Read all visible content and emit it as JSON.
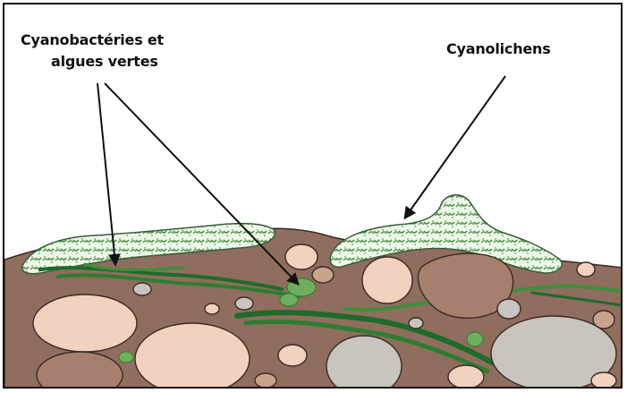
{
  "labels": {
    "cyanobacteria_line1": "Cyanobactéries et",
    "cyanobacteria_line2": "algues vertes",
    "cyanolichens": "Cyanolichens"
  },
  "colors": {
    "soil": "#8f6d5f",
    "soil_dark": "#6f5246",
    "pebble_light": "#f1d2be",
    "pebble_mid": "#c9a28e",
    "rock_grey": "#c9c4bd",
    "rock_brown": "#a77f6e",
    "green_dark": "#1e6b2a",
    "green_mid": "#3f8f3a",
    "lichen_light": "#d7ead0",
    "lichen_pale": "#eef6ea",
    "outline": "#3a2a24",
    "text": "#111111"
  }
}
